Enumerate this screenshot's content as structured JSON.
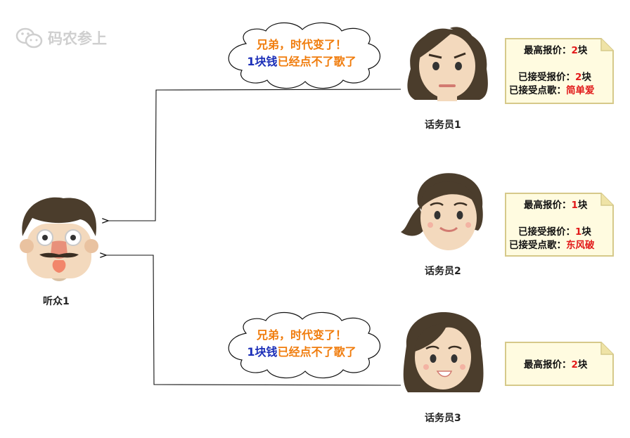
{
  "watermark": {
    "text": "码农参上",
    "icon": "wechat-icon"
  },
  "listener": {
    "label": "听众1"
  },
  "operators": [
    {
      "label": "话务员1",
      "note": {
        "max_bid_label": "最高报价：",
        "max_bid_value": "2",
        "max_bid_unit": "块",
        "accepted_bid_label": "已接受报价：",
        "accepted_bid_value": "2",
        "accepted_bid_unit": "块",
        "accepted_song_label": "已接受点歌：",
        "accepted_song_value": "简单爱"
      },
      "bubble": {
        "line1": "兄弟，时代变了！",
        "line2_prefix": "1块钱",
        "line2_suffix": "已经点不了歌了"
      }
    },
    {
      "label": "话务员2",
      "note": {
        "max_bid_label": "最高报价：",
        "max_bid_value": "1",
        "max_bid_unit": "块",
        "accepted_bid_label": "已接受报价：",
        "accepted_bid_value": "1",
        "accepted_bid_unit": "块",
        "accepted_song_label": "已接受点歌：",
        "accepted_song_value": "东风破"
      }
    },
    {
      "label": "话务员3",
      "note": {
        "max_bid_label": "最高报价：",
        "max_bid_value": "2",
        "max_bid_unit": "块"
      },
      "bubble": {
        "line1": "兄弟，时代变了！",
        "line2_prefix": "1块钱",
        "line2_suffix": "已经点不了歌了"
      }
    }
  ],
  "colors": {
    "orange": "#f07c0c",
    "blue": "#1c2fb8",
    "red": "#e21a1a",
    "note_bg": "#fffbe0",
    "note_border": "#d6c98a",
    "hair": "#4b3d2c",
    "skin": "#f3d9bd"
  }
}
